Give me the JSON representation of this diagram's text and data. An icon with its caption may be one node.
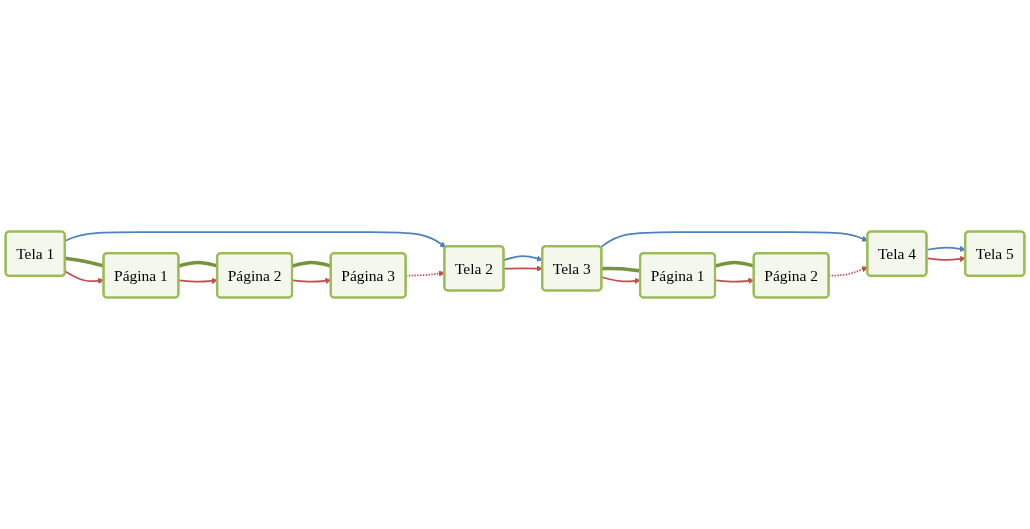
{
  "diagram": {
    "nodes": [
      {
        "text": [
          "Tela 1"
        ]
      },
      {
        "text": [
          "Tela 2"
        ]
      },
      {
        "text": [
          "Tela 3"
        ]
      },
      {
        "text": [
          "Tela 4"
        ]
      },
      {
        "text": [
          "Tela 5"
        ]
      },
      {
        "text": [
          "Página 1"
        ]
      },
      {
        "text": [
          "Página 2"
        ]
      },
      {
        "text": [
          "Página 3"
        ]
      },
      {
        "text": [
          "Página 1"
        ]
      },
      {
        "text": [
          "Página 2"
        ]
      }
    ],
    "edges": [
      {
        "from": 0,
        "to": 1,
        "arrow": "to",
        "color": "#4f81bd"
      },
      {
        "from": 7,
        "to": 1,
        "arrow": "to",
        "style": "dashed"
      },
      {
        "from": 1,
        "to": 2,
        "arrow": "to",
        "color": "#4f81bd"
      },
      {
        "from": 1,
        "to": 2,
        "arrow": "to"
      },
      {
        "from": 2,
        "to": 3,
        "arrow": "to",
        "color": "#4f81bd"
      },
      {
        "from": 9,
        "to": 3,
        "arrow": "to",
        "style": "dashed"
      },
      {
        "from": 3,
        "to": 4,
        "arrow": "to",
        "color": "#4f81bd"
      },
      {
        "from": 3,
        "to": 4,
        "arrow": "to"
      },
      {
        "from": 0,
        "to": 5,
        "arrow": "none",
        "style": "thick",
        "color": "#77933c"
      },
      {
        "from": 0,
        "to": 5,
        "arrow": "to"
      },
      {
        "from": 5,
        "to": 6,
        "arrow": "none",
        "style": "thick",
        "color": "#77933c"
      },
      {
        "from": 5,
        "to": 6,
        "arrow": "to"
      },
      {
        "from": 6,
        "to": 7,
        "arrow": "none",
        "style": "thick",
        "color": "#77933c"
      },
      {
        "from": 6,
        "to": 7,
        "arrow": "to"
      },
      {
        "from": 2,
        "to": 8,
        "arrow": "none",
        "style": "thick",
        "color": "#77933c"
      },
      {
        "from": 2,
        "to": 8,
        "arrow": "to"
      },
      {
        "from": 8,
        "to": 9,
        "arrow": "none",
        "style": "thick",
        "color": "#77933c"
      },
      {
        "from": 8,
        "to": 9,
        "arrow": "to"
      }
    ]
  }
}
